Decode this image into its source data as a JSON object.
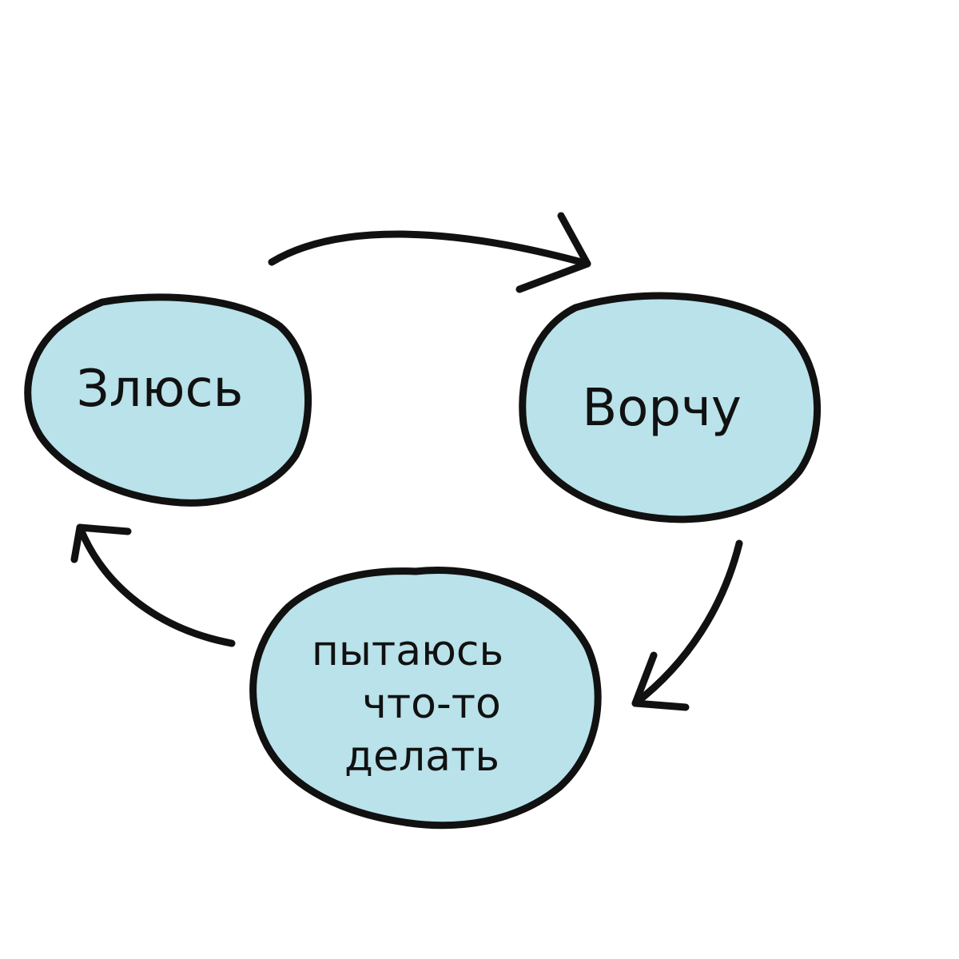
{
  "colors": {
    "background": "#ffffff",
    "node_fill": "#b9e2ea",
    "outline": "#111111"
  },
  "nodes": [
    {
      "id": "angry",
      "label_lines": [
        "Злюсь"
      ]
    },
    {
      "id": "grumble",
      "label_lines": [
        "Ворчу"
      ]
    },
    {
      "id": "try",
      "label_lines": [
        "пытаюсь",
        "что-то",
        "делать"
      ]
    }
  ],
  "edges": [
    {
      "from": "angry",
      "to": "grumble"
    },
    {
      "from": "grumble",
      "to": "try"
    },
    {
      "from": "try",
      "to": "angry"
    }
  ]
}
